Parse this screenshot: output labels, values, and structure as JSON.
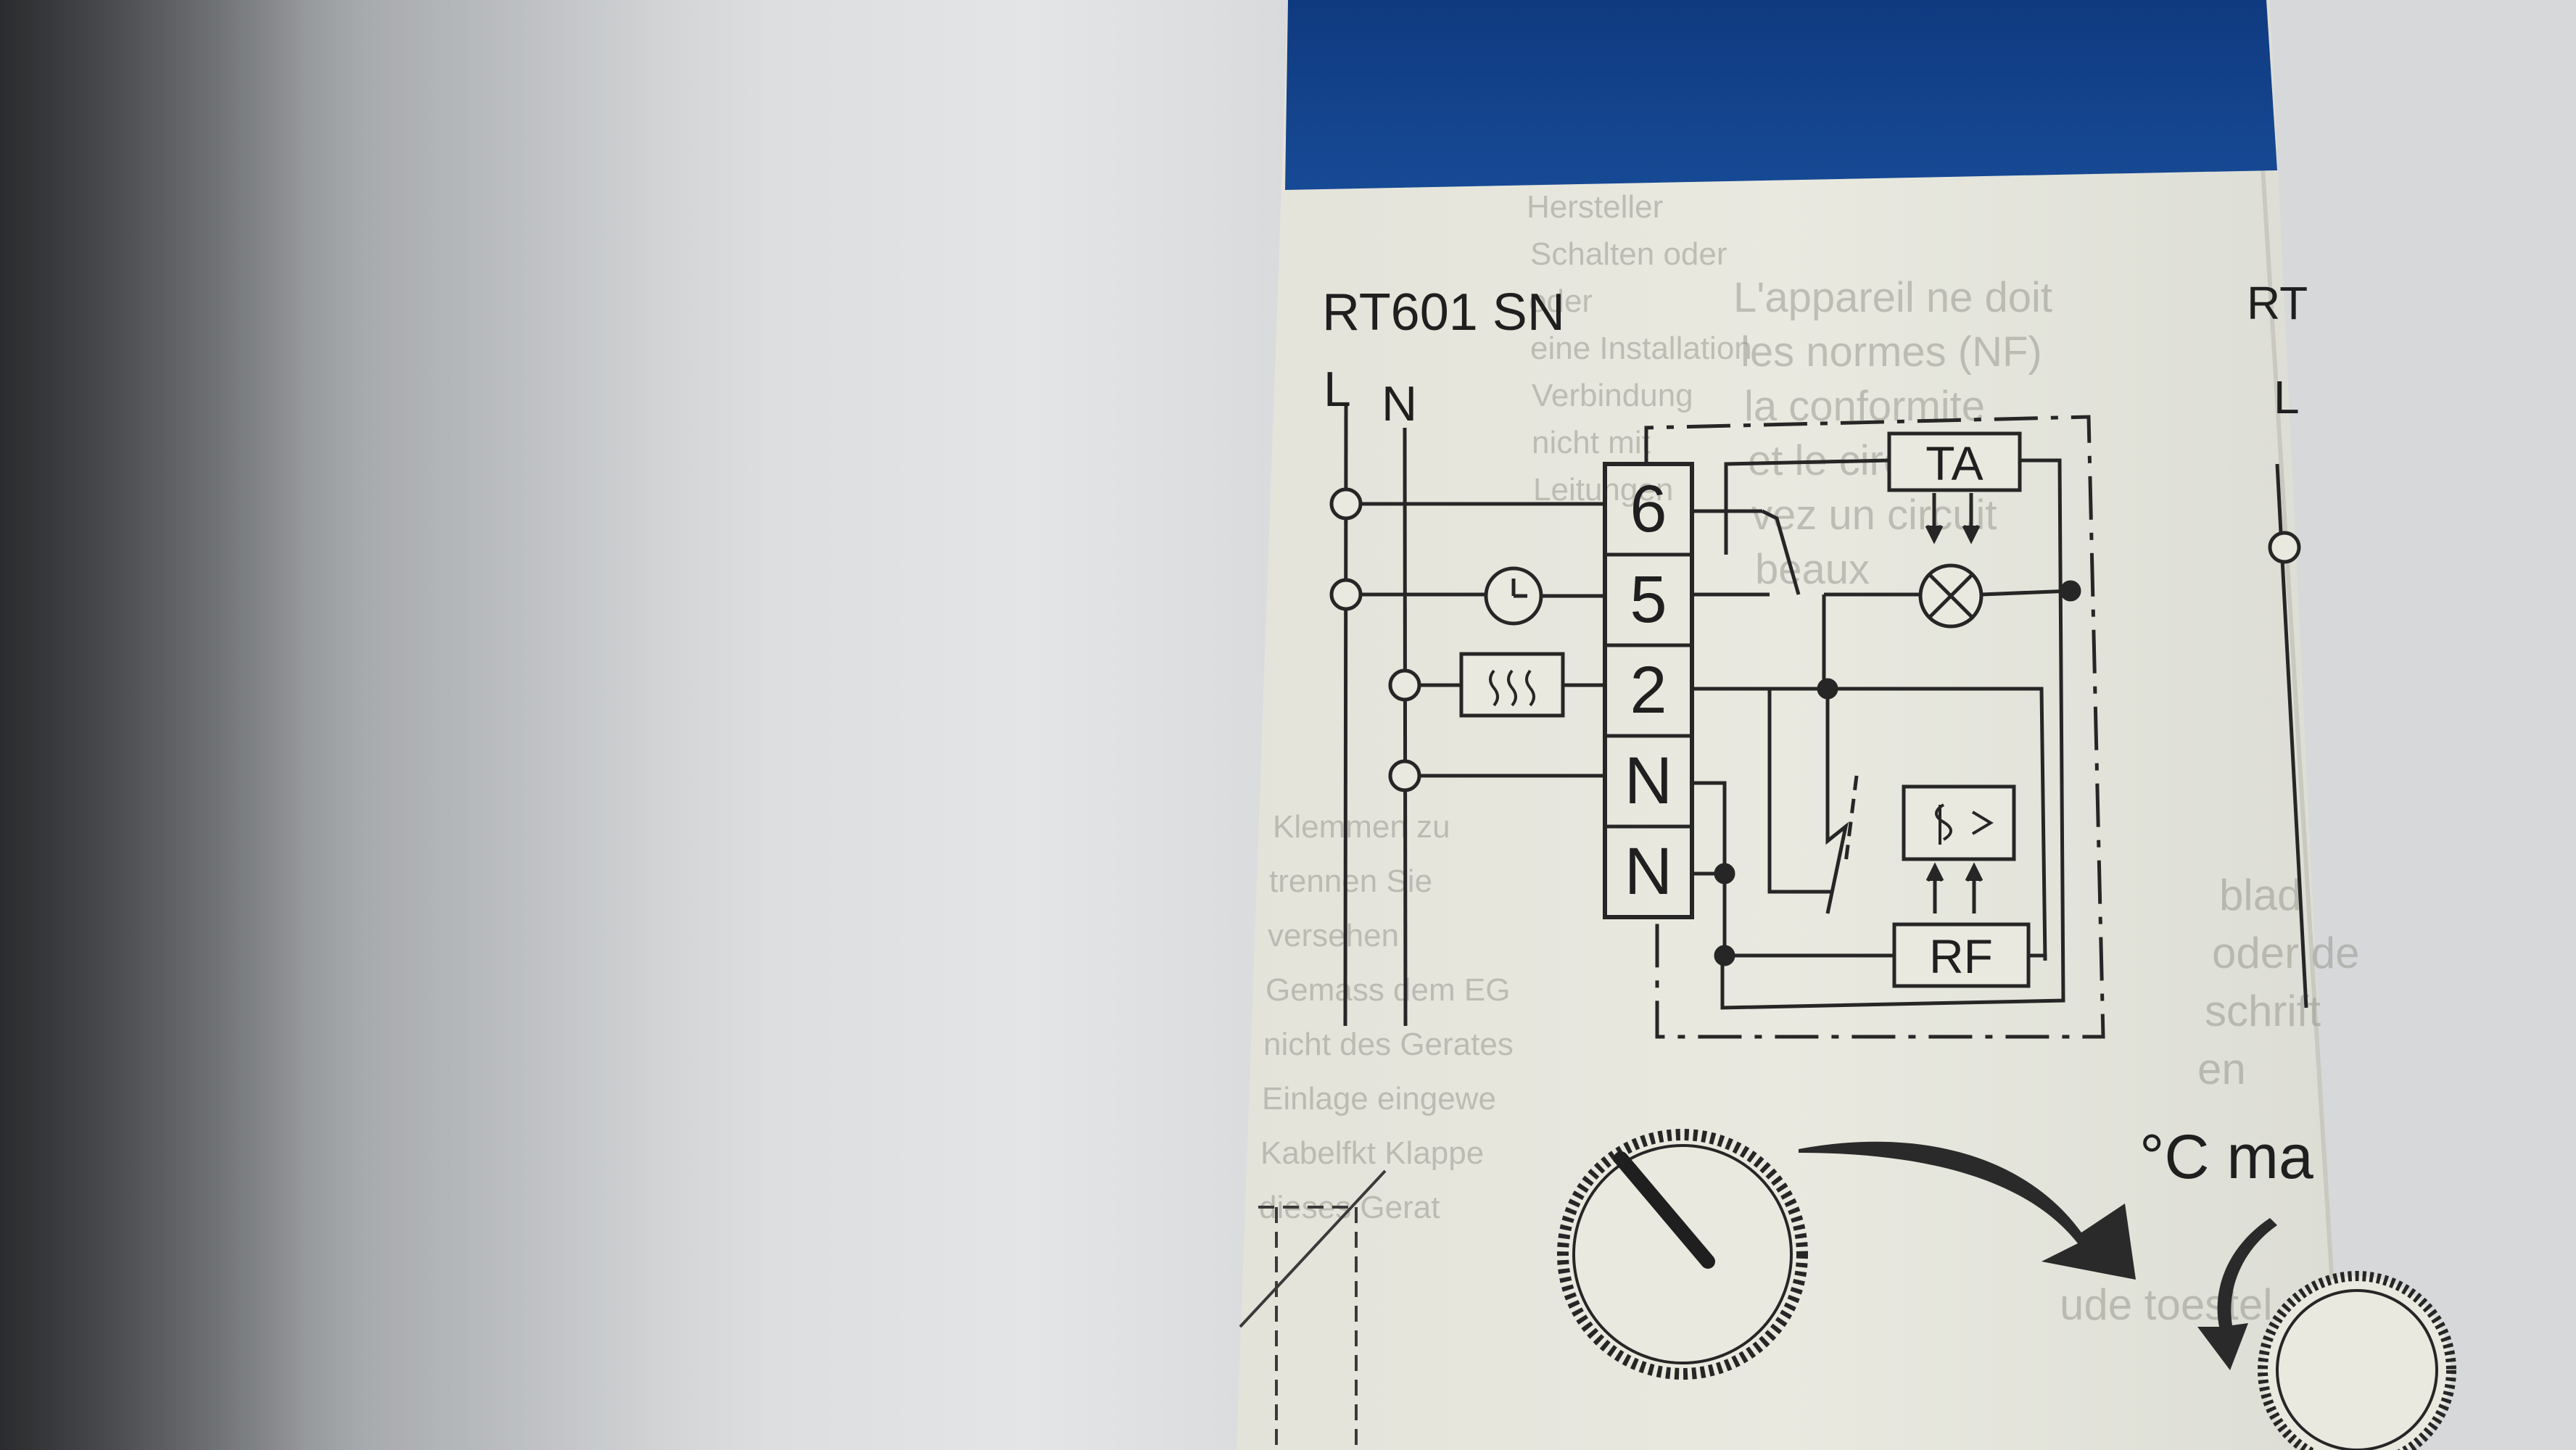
{
  "photo": {
    "description_colors": {
      "background_left": "#d9dbdd",
      "paper": "#e6e6dd",
      "blue_band": "#123f86",
      "ink": "#1f1f1f"
    }
  },
  "diagram": {
    "model": "RT601 SN",
    "line_label": "L",
    "neutral_label": "N",
    "terminals": [
      "6",
      "5",
      "2",
      "N",
      "N"
    ],
    "box_ta": "TA",
    "box_rf": "RF",
    "unit_text": "°C ma",
    "edge_model": "RT",
    "edge_line": "L"
  },
  "bleed_text": {
    "left_column": [
      "Hersteller",
      "Schalten oder",
      "oder",
      "eine Installation",
      "Verbindung",
      "nicht mit",
      "Leitungen"
    ],
    "right_column": [
      "L'appareil ne doit",
      "les normes (NF)",
      "la conformite",
      "et le circuit",
      "vez un circuit",
      "beaux"
    ],
    "bottom_left": [
      "Klemmen zu",
      "trennen Sie",
      "versehen",
      "Gemass dem EG",
      "nicht des Gerates",
      "Einlage eingewe",
      "Kabelfkt Klappe",
      "dieses Gerat"
    ],
    "bottom_right": [
      "blad",
      "oder de",
      "schrift",
      "en",
      "ude toestel"
    ]
  }
}
